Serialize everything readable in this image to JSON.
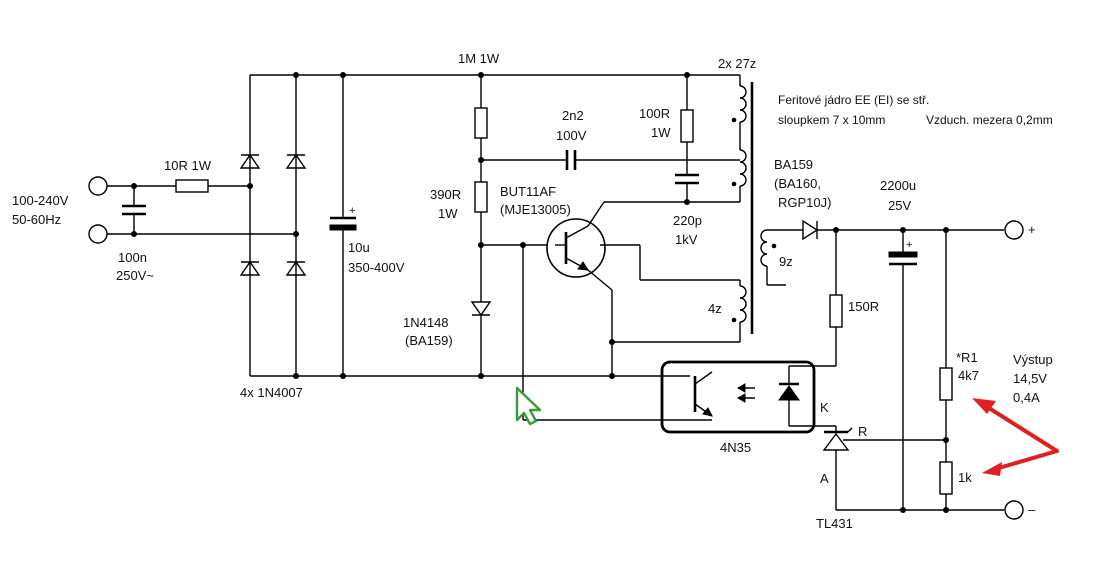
{
  "labels": {
    "input_voltage": "100-240V",
    "input_freq": "50-60Hz",
    "r_input": "10R 1W",
    "c_input_val": "100n",
    "c_input_rating": "250V~",
    "bridge_diodes": "4x 1N4007",
    "c_bulk_val": "10u",
    "c_bulk_rating": "350-400V",
    "r_startup": "1M 1W",
    "r_base_val": "390R",
    "r_base_pwr": "1W",
    "diode_base_a": "1N4148",
    "diode_base_b": "(BA159)",
    "c_fb_val": "2n2",
    "c_fb_rating": "100V",
    "transistor_a": "BUT11AF",
    "transistor_b": "(MJE13005)",
    "r_snubber_val": "100R",
    "r_snubber_pwr": "1W",
    "c_snubber_val": "220p",
    "c_snubber_rating": "1kV",
    "primary_turns": "2x 27z",
    "core_line1": "Feritové jádro EE (EI) se stř.",
    "core_line2": "sloupkem 7 x 10mm",
    "core_line3": "Vzduch. mezera 0,2mm",
    "aux_turns": "4z",
    "sec_turns": "9z",
    "diode_out_a": "BA159",
    "diode_out_b": "(BA160,",
    "diode_out_c": "RGP10J)",
    "c_out_val": "2200u",
    "c_out_rating": "25V",
    "r_led": "150R",
    "optocoupler": "4N35",
    "opto_k": "K",
    "shunt": "TL431",
    "shunt_r": "R",
    "shunt_a": "A",
    "r1_name": "*R1",
    "r1_val": "4k7",
    "r2_val": "1k",
    "out_label": "Výstup",
    "out_voltage": "14,5V",
    "out_current": "0,4A",
    "plus": "+",
    "minus": "–"
  },
  "colors": {
    "wire": "#000000",
    "annotation_arrow": "#e02020",
    "cursor": "#3a9a3a"
  }
}
